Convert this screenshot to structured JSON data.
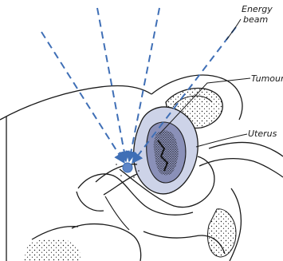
{
  "labels": {
    "energy_beam_line1": "Energy",
    "energy_beam_line2": "beam",
    "tumour": "Tumour",
    "uterus": "Uterus"
  },
  "colors": {
    "beam": "#3f6fb6",
    "tissue_fill": "#cdd3e8",
    "tumour_fill": "#8a90b8",
    "outline": "#1a1a1a"
  }
}
